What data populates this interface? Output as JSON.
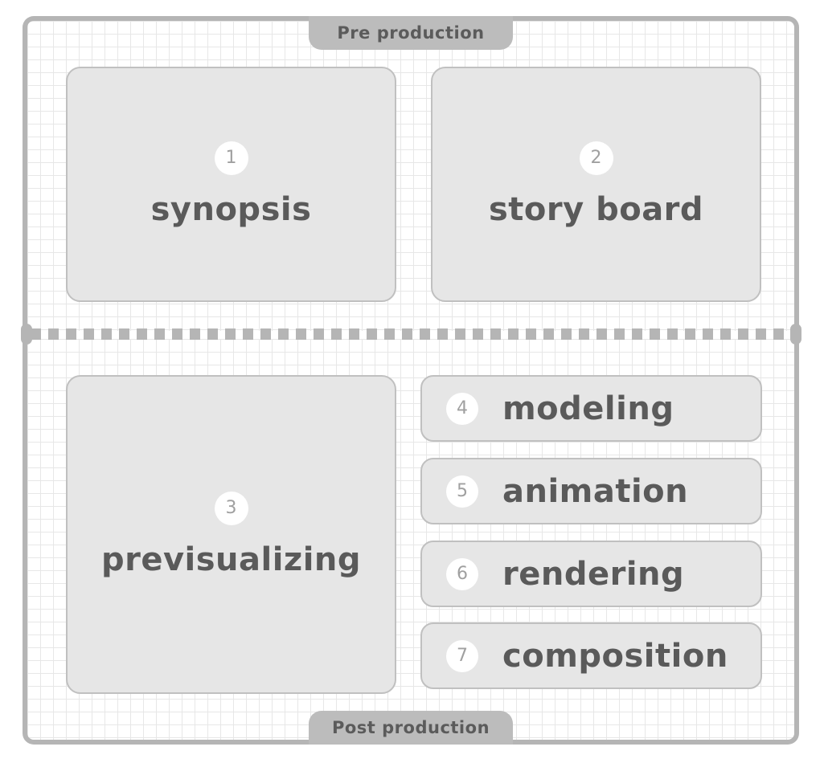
{
  "phases": {
    "pre": "Pre production",
    "post": "Post production"
  },
  "cards": [
    {
      "number": "1",
      "label": "synopsis"
    },
    {
      "number": "2",
      "label": "story board"
    },
    {
      "number": "3",
      "label": "previsualizing"
    }
  ],
  "steps": [
    {
      "number": "4",
      "label": "modeling"
    },
    {
      "number": "5",
      "label": "animation"
    },
    {
      "number": "6",
      "label": "rendering"
    },
    {
      "number": "7",
      "label": "composition"
    }
  ],
  "colors": {
    "frame": "#b5b5b5",
    "card_fill": "#e6e6e6",
    "card_border": "#c0c0c0",
    "text": "#5a5a5a",
    "badge_text": "#a0a0a0",
    "tab_fill": "#bcbcbc"
  }
}
